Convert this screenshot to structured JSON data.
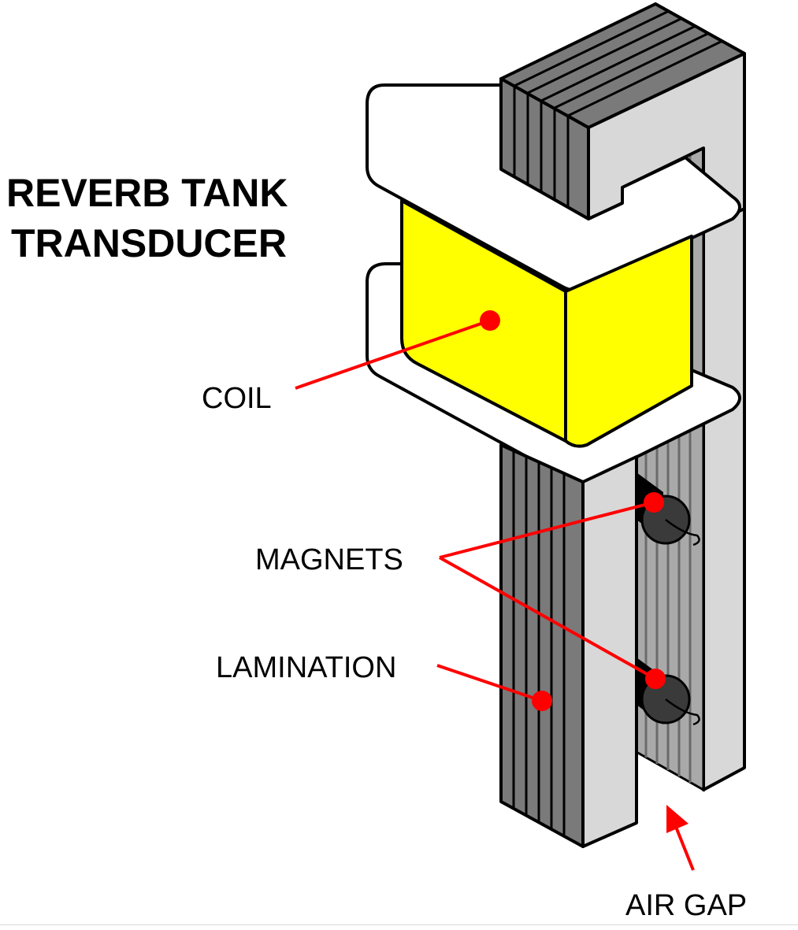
{
  "title": {
    "line1": "REVERB TANK",
    "line2": "TRANSDUCER"
  },
  "labels": {
    "coil": "COIL",
    "magnets": "MAGNETS",
    "lamination": "LAMINATION",
    "air_gap": "AIR GAP"
  },
  "colors": {
    "coil": "#ffff00",
    "lamination_dark": "#7a7a7a",
    "lamination_light": "#d8d8d8",
    "bobbin": "#ffffff",
    "magnet": "#3a3a3a",
    "callout": "#ff0000",
    "outline": "#000000"
  }
}
